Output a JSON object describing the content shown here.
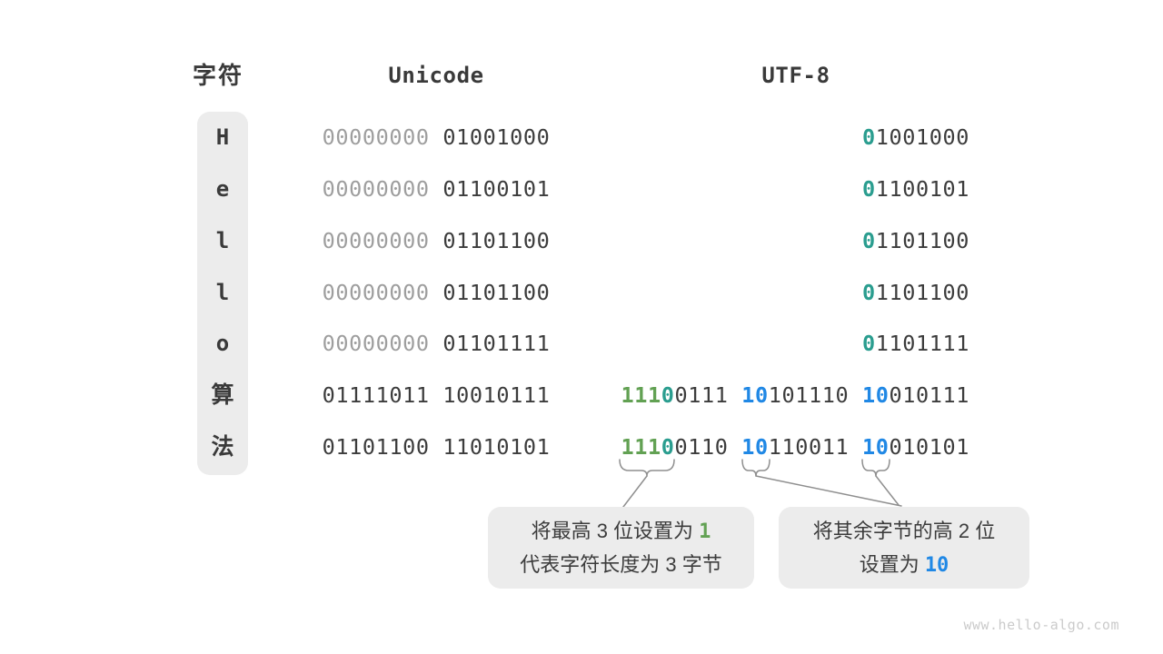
{
  "headers": {
    "char": "字符",
    "unicode": "Unicode",
    "utf8": "UTF-8"
  },
  "colors": {
    "dark": "#3c3c3c",
    "muted": "#9e9e9e",
    "green": "#62a153",
    "teal": "#2a9d8f",
    "blue": "#2088e5",
    "box_bg": "#ececec",
    "connector": "#8f8f8f",
    "watermark": "#cbcbcb"
  },
  "rows": [
    {
      "char": "H",
      "script": "latin",
      "unicode": [
        {
          "t": "00000000",
          "c": "muted"
        },
        {
          "t": " 01001000",
          "c": "dark"
        }
      ],
      "utf8": [
        {
          "t": "0",
          "c": "teal"
        },
        {
          "t": "1001000",
          "c": "dark"
        }
      ]
    },
    {
      "char": "e",
      "script": "latin",
      "unicode": [
        {
          "t": "00000000",
          "c": "muted"
        },
        {
          "t": " 01100101",
          "c": "dark"
        }
      ],
      "utf8": [
        {
          "t": "0",
          "c": "teal"
        },
        {
          "t": "1100101",
          "c": "dark"
        }
      ]
    },
    {
      "char": "l",
      "script": "latin",
      "unicode": [
        {
          "t": "00000000",
          "c": "muted"
        },
        {
          "t": " 01101100",
          "c": "dark"
        }
      ],
      "utf8": [
        {
          "t": "0",
          "c": "teal"
        },
        {
          "t": "1101100",
          "c": "dark"
        }
      ]
    },
    {
      "char": "l",
      "script": "latin",
      "unicode": [
        {
          "t": "00000000",
          "c": "muted"
        },
        {
          "t": " 01101100",
          "c": "dark"
        }
      ],
      "utf8": [
        {
          "t": "0",
          "c": "teal"
        },
        {
          "t": "1101100",
          "c": "dark"
        }
      ]
    },
    {
      "char": "o",
      "script": "latin",
      "unicode": [
        {
          "t": "00000000",
          "c": "muted"
        },
        {
          "t": " 01101111",
          "c": "dark"
        }
      ],
      "utf8": [
        {
          "t": "0",
          "c": "teal"
        },
        {
          "t": "1101111",
          "c": "dark"
        }
      ]
    },
    {
      "char": "算",
      "script": "cjk",
      "unicode": [
        {
          "t": "01111011 10010111",
          "c": "dark"
        }
      ],
      "utf8": [
        {
          "t": "111",
          "c": "green"
        },
        {
          "t": "0",
          "c": "teal"
        },
        {
          "t": "0111 ",
          "c": "dark"
        },
        {
          "t": "10",
          "c": "blue"
        },
        {
          "t": "101110 ",
          "c": "dark"
        },
        {
          "t": "10",
          "c": "blue"
        },
        {
          "t": "010111",
          "c": "dark"
        }
      ]
    },
    {
      "char": "法",
      "script": "cjk",
      "unicode": [
        {
          "t": "01101100 11010101",
          "c": "dark"
        }
      ],
      "utf8": [
        {
          "t": "111",
          "c": "green"
        },
        {
          "t": "0",
          "c": "teal"
        },
        {
          "t": "0110 ",
          "c": "dark"
        },
        {
          "t": "10",
          "c": "blue"
        },
        {
          "t": "110011 ",
          "c": "dark"
        },
        {
          "t": "10",
          "c": "blue"
        },
        {
          "t": "010101",
          "c": "dark"
        }
      ]
    }
  ],
  "callouts": [
    {
      "id": "callout-high-bits",
      "lines": [
        [
          {
            "t": "将最高 3 位设置为 ",
            "c": "dark"
          },
          {
            "t": "1",
            "c": "green"
          }
        ],
        [
          {
            "t": "代表字符长度为 3 字节",
            "c": "dark"
          }
        ]
      ]
    },
    {
      "id": "callout-continuation-bits",
      "lines": [
        [
          {
            "t": "将其余字节的高 2 位",
            "c": "dark"
          }
        ],
        [
          {
            "t": "设置为 ",
            "c": "dark"
          },
          {
            "t": "10",
            "c": "blue"
          }
        ]
      ]
    }
  ],
  "watermark": "www.hello-algo.com"
}
